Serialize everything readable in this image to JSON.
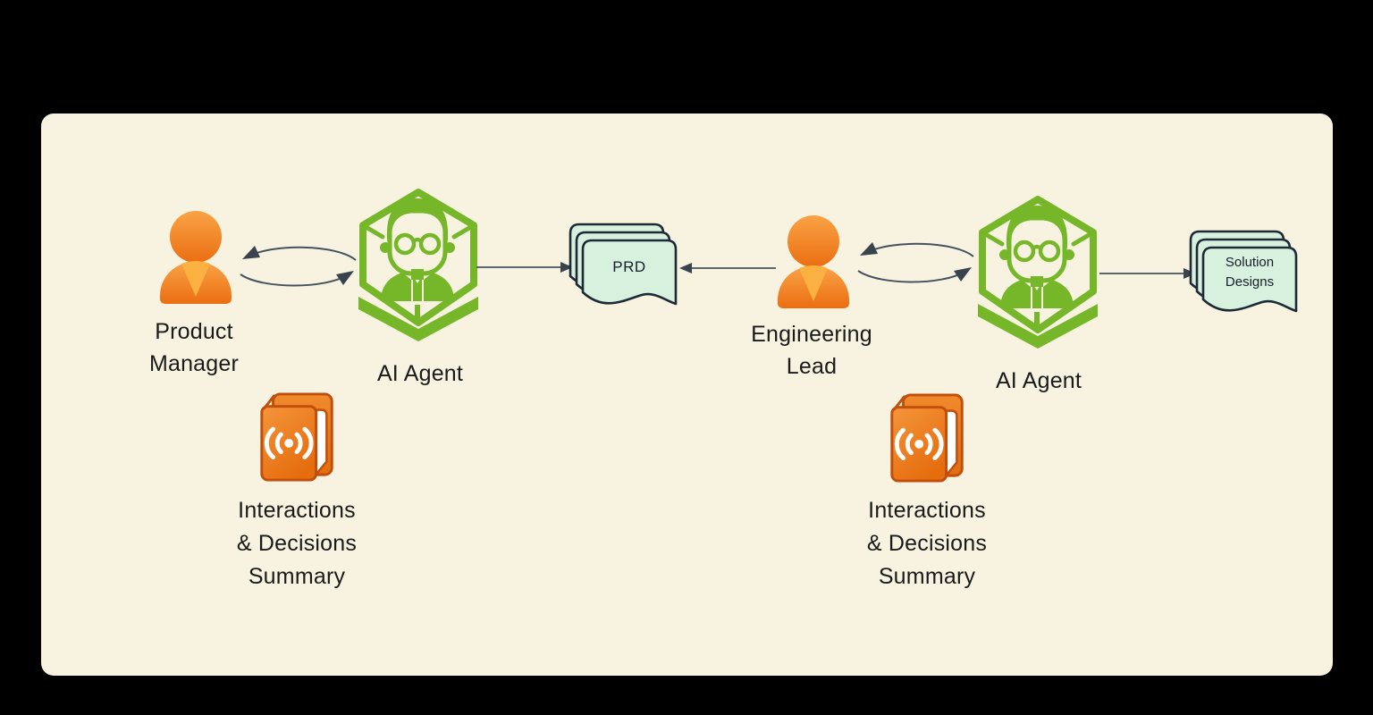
{
  "diagram": {
    "title": "",
    "left_flow": {
      "product_manager_label": "Product\nManager",
      "ai_agent_label": "AI Agent",
      "prd_label": "PRD",
      "summary_label": "Interactions\n& Decisions\nSummary"
    },
    "right_flow": {
      "engineering_lead_label": "Engineering\nLead",
      "ai_agent_label": "AI Agent",
      "solution_designs_label": "Solution\nDesigns",
      "summary_label": "Interactions\n& Decisions\nSummary"
    },
    "icons": {
      "person": "user-icon",
      "agent": "ai-agent-hexagon-icon",
      "documents": "document-stack-icon",
      "summary_book": "broadcast-book-icon",
      "two_way": "bidirectional-arrows-icon",
      "one_way": "arrow-icon"
    },
    "colors": {
      "background": "#000000",
      "panel": "#F7F3E0",
      "agent_green": "#76B72A",
      "person_orange": "#F08124",
      "person_orange_light": "#FBB042",
      "doc_mint": "#D8F0DE",
      "doc_outline": "#1D2A36",
      "arrow": "#45525E",
      "arrowhead": "#39434E",
      "book_orange": "#ED7D1C",
      "book_outline": "#C14E0A",
      "text": "#1A1A1A"
    }
  }
}
